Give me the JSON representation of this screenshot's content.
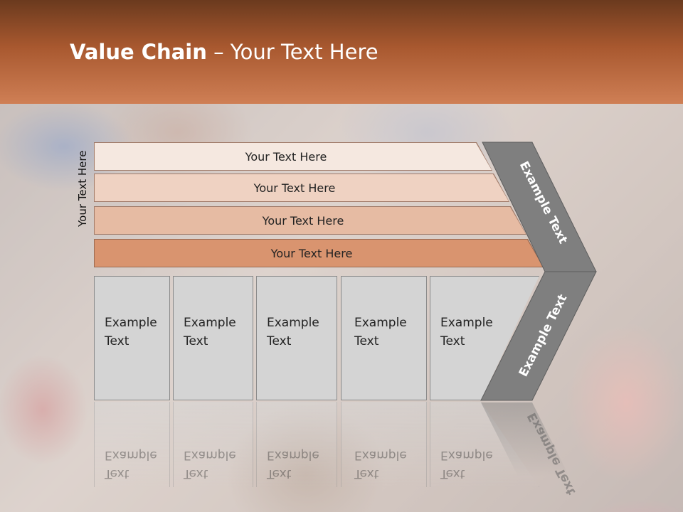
{
  "slide": {
    "title_bold": "Value Chain",
    "title_rest": " – Your Text Here",
    "side_label": "Your Text Here"
  },
  "bars": [
    {
      "label": "Your Text Here"
    },
    {
      "label": "Your Text Here"
    },
    {
      "label": "Your Text Here"
    },
    {
      "label": "Your Text Here"
    }
  ],
  "boxes": [
    {
      "line1": "Example",
      "line2": "Text"
    },
    {
      "line1": "Example",
      "line2": "Text"
    },
    {
      "line1": "Example",
      "line2": "Text"
    },
    {
      "line1": "Example",
      "line2": "Text"
    },
    {
      "line1": "Example",
      "line2": "Text"
    }
  ],
  "chevron": {
    "upper_text": "Example Text",
    "lower_text": "Example Text"
  },
  "colors": {
    "header_dark": "#6b3a1e",
    "header_light": "#cf7f55",
    "chevron": "#7f7f7f",
    "box_fill": "#d4d4d4"
  }
}
